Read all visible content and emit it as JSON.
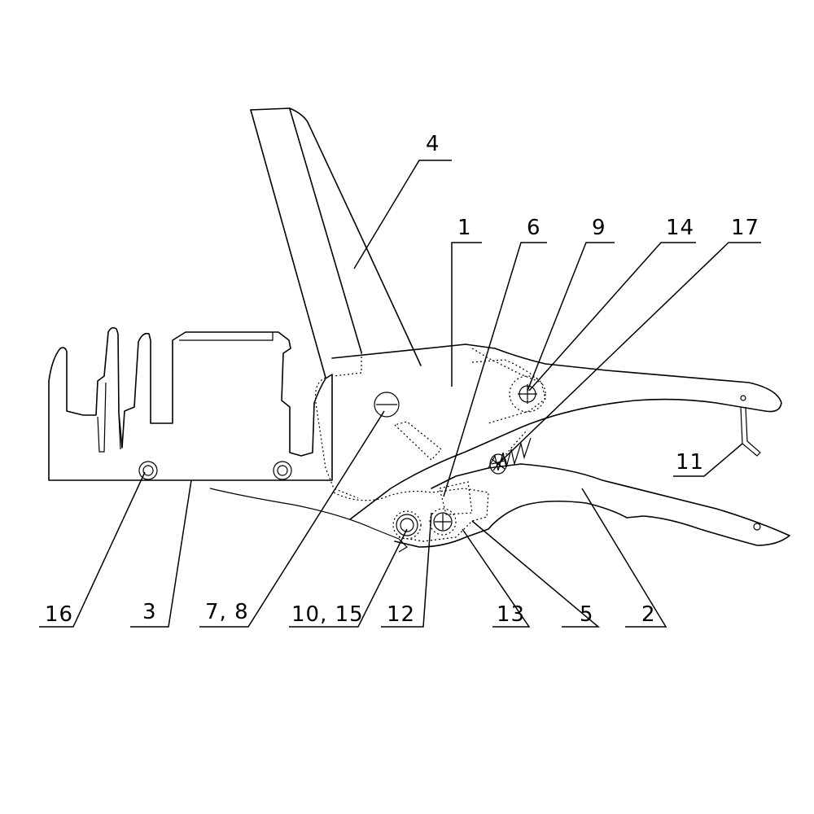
{
  "labels": {
    "l1": "1",
    "l2": "2",
    "l3": "3",
    "l4": "4",
    "l5": "5",
    "l6": "6",
    "l9": "9",
    "l11": "11",
    "l12": "12",
    "l13": "13",
    "l14": "14",
    "l16": "16",
    "l17": "17",
    "l78": "7, 8",
    "l1015": "10, 15"
  }
}
